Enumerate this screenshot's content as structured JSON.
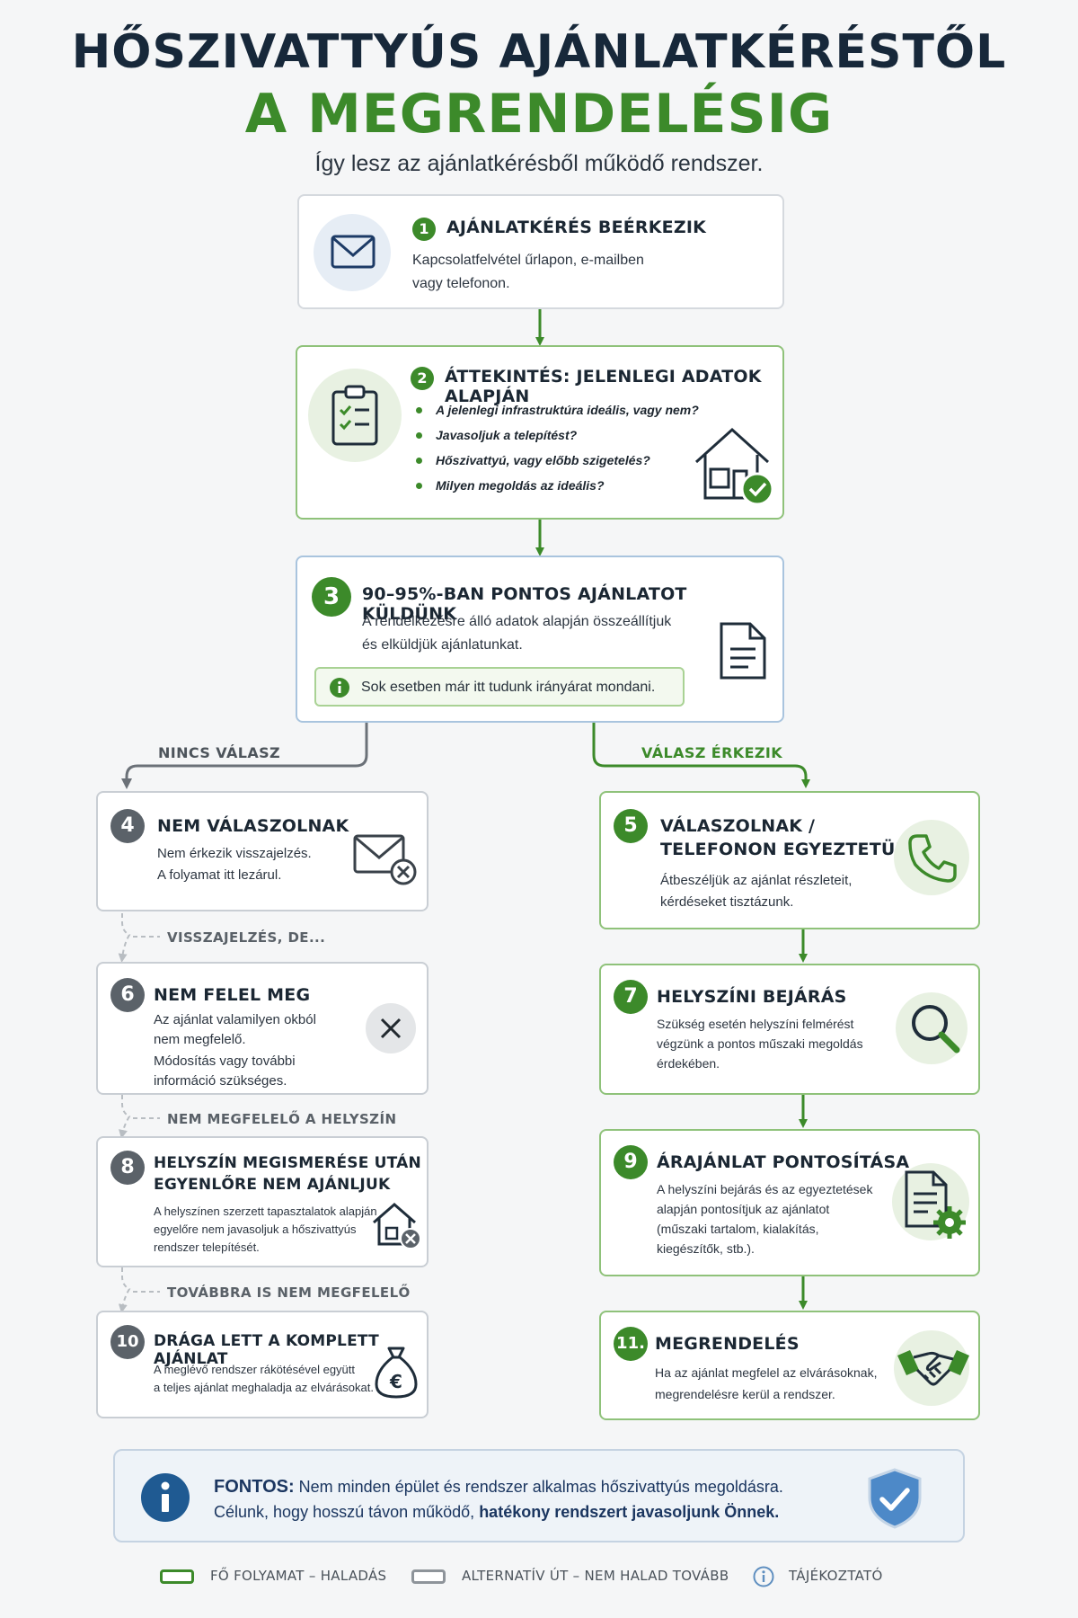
{
  "header": {
    "title_line1": "HŐSZIVATTYÚS AJÁNLATKÉRÉSTŐL",
    "title_line2": "A MEGRENDELÉSIG",
    "subtitle": "Így lesz az ajánlatkérésből működő rendszer."
  },
  "steps": {
    "s1": {
      "num": "1",
      "title": "AJÁNLATKÉRÉS BEÉRKEZIK",
      "text1": "Kapcsolatfelvétel űrlapon, e-mailben",
      "text2": "vagy telefonon.",
      "icon": "envelope-icon"
    },
    "s2": {
      "num": "2",
      "title": "ÁTTEKINTÉS: JELENLEGI ADATOK ALAPJÁN",
      "bullets": [
        "A jelenlegi infrastruktúra ideális, vagy nem?",
        "Javasoljuk a telepítést?",
        "Hőszivattyú, vagy előbb szigetelés?",
        "Milyen megoldás az ideális?"
      ],
      "icon": "clipboard-checklist-icon"
    },
    "s3": {
      "num": "3",
      "title": "90–95%-BAN PONTOS AJÁNLATOT KÜLDÜNK",
      "text1": "A rendelkezésre álló adatok alapján összeállítjuk",
      "text2": "és elküldjük ajánlatunkat.",
      "tip": "Sok esetben már itt tudunk irányárat mondani."
    },
    "s4": {
      "num": "4",
      "title": "NEM VÁLASZOLNAK",
      "text1": "Nem érkezik visszajelzés.",
      "text2": "A folyamat itt lezárul."
    },
    "s5": {
      "num": "5",
      "title1": "VÁLASZOLNAK /",
      "title2": "TELEFONON EGYEZTETÜNK",
      "text1": "Átbeszéljük az ajánlat részleteit,",
      "text2": "kérdéseket tisztázunk."
    },
    "s6": {
      "num": "6",
      "title": "NEM FELEL MEG",
      "text1": "Az ajánlat valamilyen okból",
      "text2": "nem megfelelő.",
      "text3": "Módosítás vagy további",
      "text4": "információ szükséges."
    },
    "s7": {
      "num": "7",
      "title": "HELYSZÍNI BEJÁRÁS",
      "text1": "Szükség esetén helyszíni felmérést",
      "text2": "végzünk a pontos műszaki megoldás",
      "text3": "érdekében."
    },
    "s8": {
      "num": "8",
      "title1": "HELYSZÍN MEGISMERÉSE UTÁN",
      "title2": "EGYENLŐRE NEM AJÁNLJUK",
      "text1": "A helyszínen szerzett tapasztalatok alapján",
      "text2": "egyelőre nem javasoljuk a hőszivattyús",
      "text3": "rendszer telepítését."
    },
    "s9": {
      "num": "9",
      "title": "ÁRAJÁNLAT PONTOSÍTÁSA",
      "text1": "A helyszíni bejárás és az egyeztetések",
      "text2": "alapján pontosítjuk az ajánlatot",
      "text3": "(műszaki tartalom, kialakítás,",
      "text4": "kiegészítők, stb.)."
    },
    "s10": {
      "num": "10",
      "title": "DRÁGA LETT A KOMPLETT AJÁNLAT",
      "text1": "A meglévő rendszer rákötésével együtt",
      "text2": "a teljes ajánlat meghaladja az elvárásokat."
    },
    "s11": {
      "num": "11.",
      "title": "MEGRENDELÉS",
      "text1": "Ha az ajánlat megfelel az elvárásoknak,",
      "text2": "megrendelésre kerül a rendszer."
    }
  },
  "branches": {
    "no_reply": "NINCS VÁLASZ",
    "reply": "VÁLASZ ÉRKEZIK",
    "feedback_but": "VISSZAJELZÉS, DE...",
    "site_unsuitable": "NEM MEGFELELŐ A HELYSZÍN",
    "still_unsuitable": "TOVÁBBRA IS NEM MEGFELELŐ"
  },
  "notice": {
    "label": "FONTOS:",
    "line1": "Nem minden épület és rendszer alkalmas hőszivattyús megoldásra.",
    "line2_a": "Célunk, hogy hosszú távon működő,",
    "line2_b": "hatékony rendszert javasoljunk Önnek."
  },
  "legend": {
    "main": "FŐ FOLYAMAT – HALADÁS",
    "alt": "ALTERNATÍV ÚT – NEM HALAD TOVÁBB",
    "info": "TÁJÉKOZTATÓ"
  },
  "colors": {
    "green": "#3c8a2a",
    "navy": "#17283a",
    "gray": "#5b6269",
    "blue": "#1f5a92"
  }
}
